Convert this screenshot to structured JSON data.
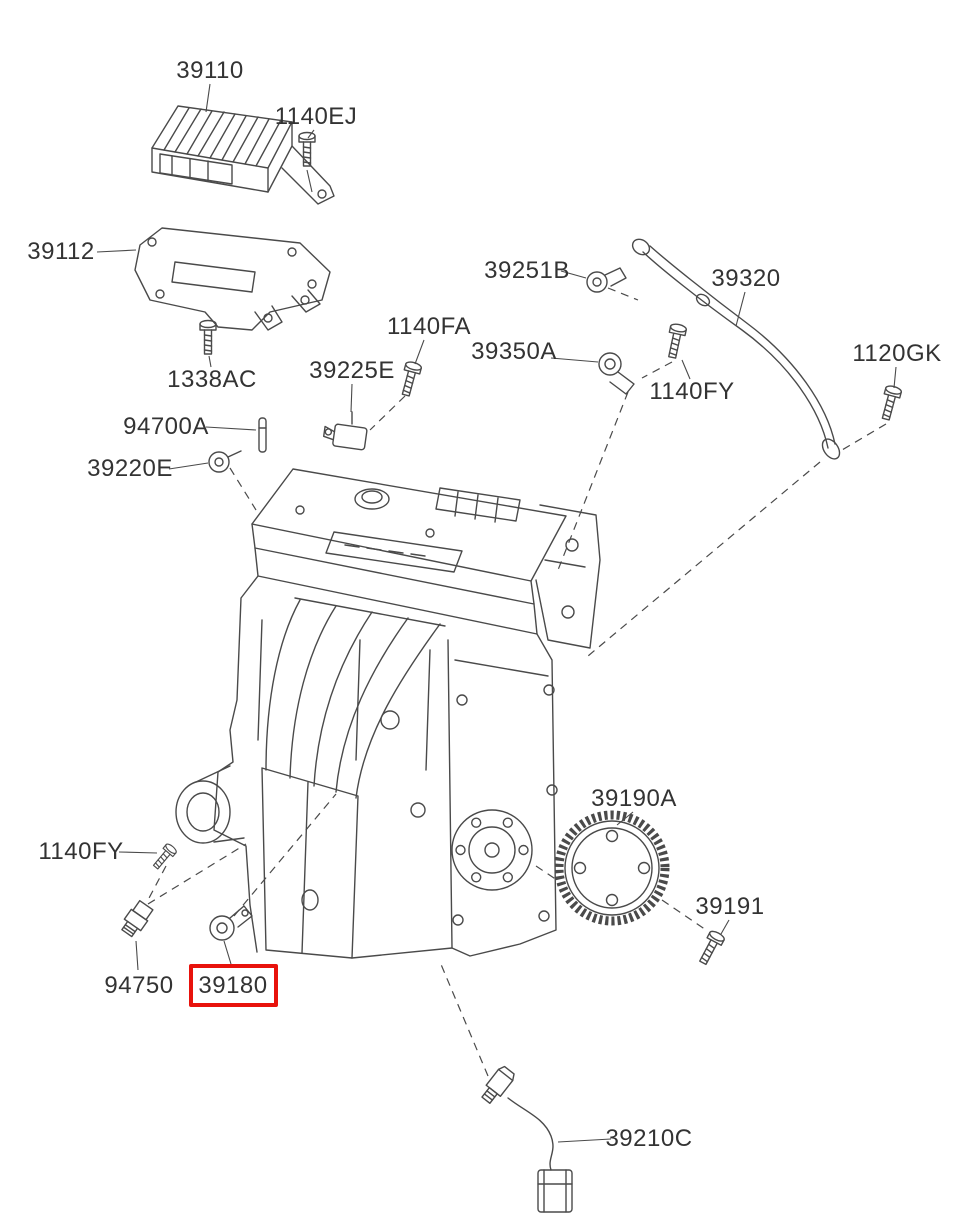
{
  "diagram": {
    "type": "exploded-parts-diagram",
    "subject": "engine-electrical-sensors",
    "background_color": "#ffffff",
    "line_color": "#4a4a4a",
    "label_color": "#333333",
    "highlight": {
      "part": "39180",
      "color": "#e8120c"
    },
    "labels": [
      {
        "text": "39110"
      },
      {
        "text": "1140EJ"
      },
      {
        "text": "39112"
      },
      {
        "text": "1338AC"
      },
      {
        "text": "39225E"
      },
      {
        "text": "1140FA"
      },
      {
        "text": "39251B"
      },
      {
        "text": "39320"
      },
      {
        "text": "39350A"
      },
      {
        "text": "1140FY"
      },
      {
        "text": "1120GK"
      },
      {
        "text": "94700A"
      },
      {
        "text": "39220E"
      },
      {
        "text": "39190A"
      },
      {
        "text": "39191"
      },
      {
        "text": "1140FY"
      },
      {
        "text": "94750"
      },
      {
        "text": "39180"
      },
      {
        "text": "39210C"
      }
    ]
  }
}
